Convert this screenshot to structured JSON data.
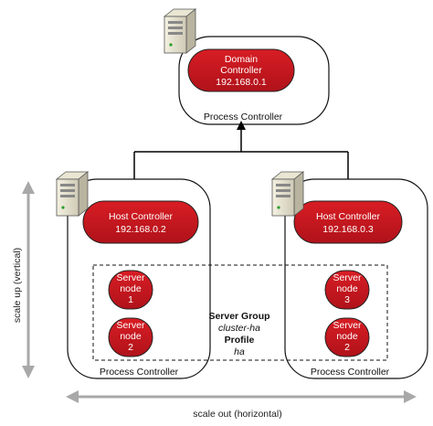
{
  "domain_controller": {
    "line1": "Domain",
    "line2": "Controller",
    "ip": "192.168.0.1",
    "process_label": "Process Controller"
  },
  "host_left": {
    "title": "Host Controller",
    "ip": "192.168.0.2",
    "process_label": "Process Controller",
    "nodes": [
      {
        "line1": "Server",
        "line2": "node",
        "line3": "1"
      },
      {
        "line1": "Server",
        "line2": "node",
        "line3": "2"
      }
    ]
  },
  "host_right": {
    "title": "Host Controller",
    "ip": "192.168.0.3",
    "process_label": "Process Controller",
    "nodes": [
      {
        "line1": "Server",
        "line2": "node",
        "line3": "3"
      },
      {
        "line1": "Server",
        "line2": "node",
        "line3": "2"
      }
    ]
  },
  "server_group": {
    "title": "Server Group",
    "group_name": "cluster-ha",
    "profile_title": "Profile",
    "profile_name": "ha"
  },
  "axes": {
    "vertical_label": "scale up (vertical)",
    "horizontal_label": "scale out (horizontal)"
  },
  "colors": {
    "accent_red": "#c4141b",
    "arrow_gray": "#a8a8a8"
  },
  "icons": [
    "server-tower-icon"
  ]
}
